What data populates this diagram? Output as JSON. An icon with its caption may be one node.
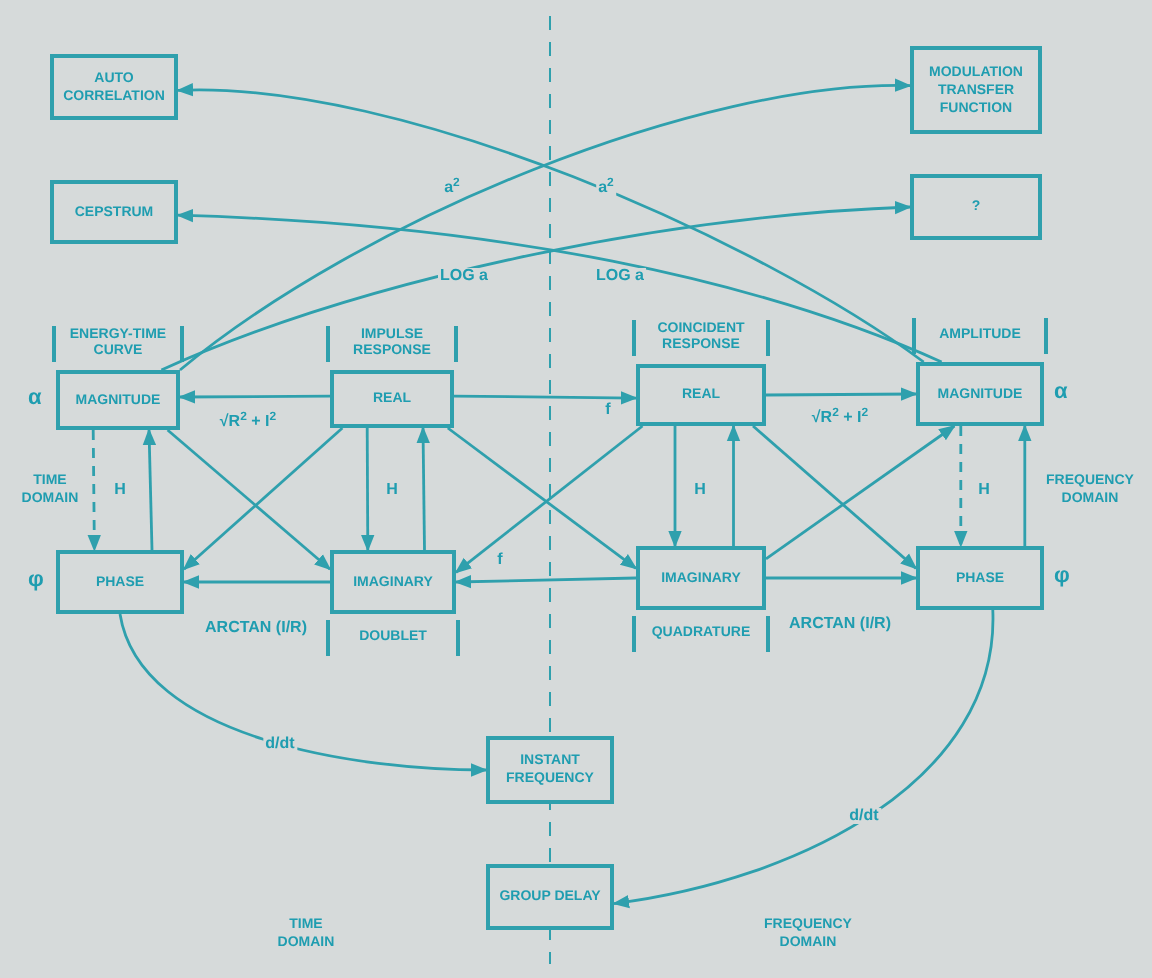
{
  "diagram": {
    "nodes": [
      {
        "text": [
          "AUTO CORRELATION"
        ]
      },
      {
        "text": [
          "MODULATION TRANSFER FUNCTION"
        ]
      },
      {
        "text": [
          "CEPSTRUM"
        ]
      },
      {
        "text": [
          "?"
        ]
      },
      {
        "text": [
          "ENERGY-TIME CURVE",
          "MAGNITUDE"
        ],
        "beside": [
          "α"
        ]
      },
      {
        "text": [
          "IMPULSE RESPONSE",
          "REAL"
        ]
      },
      {
        "text": [
          "COINCIDENT RESPONSE",
          "REAL"
        ]
      },
      {
        "text": [
          "AMPLITUDE",
          "MAGNITUDE"
        ],
        "beside": [
          "α"
        ]
      },
      {
        "text": [
          "PHASE"
        ],
        "beside": [
          "φ"
        ]
      },
      {
        "text": [
          "IMAGINARY",
          "DOUBLET"
        ]
      },
      {
        "text": [
          "IMAGINARY",
          "QUADRATURE"
        ]
      },
      {
        "text": [
          "PHASE"
        ],
        "beside": [
          "φ"
        ]
      },
      {
        "text": [
          "INSTANT FREQUENCY"
        ]
      },
      {
        "text": [
          "GROUP DELAY"
        ]
      }
    ],
    "edges": [
      {
        "from": 7,
        "to": 0,
        "arrow": "to",
        "label": "a$^{2}$"
      },
      {
        "from": 4,
        "to": 1,
        "arrow": "to",
        "label": "a$^{2}$"
      },
      {
        "from": 7,
        "to": 2,
        "arrow": "to",
        "label": "LOG a"
      },
      {
        "from": 4,
        "to": 3,
        "arrow": "to",
        "label": "LOG a"
      },
      {
        "from": 5,
        "to": 4,
        "arrow": "to",
        "label": "√R$^{2}$ + I$^{2}$"
      },
      {
        "from": 6,
        "to": 7,
        "arrow": "to",
        "label": "√R$^{2}$ + I$^{2}$"
      },
      {
        "from": 5,
        "to": 6,
        "arrow": "to",
        "label": "f"
      },
      {
        "from": 10,
        "to": 9,
        "arrow": "to",
        "label": "f"
      },
      {
        "from": 5,
        "to": 8,
        "arrow": "to"
      },
      {
        "from": 4,
        "to": 9,
        "arrow": "to"
      },
      {
        "from": 5,
        "to": 10,
        "arrow": "to"
      },
      {
        "from": 6,
        "to": 9,
        "arrow": "to"
      },
      {
        "from": 6,
        "to": 11,
        "arrow": "to"
      },
      {
        "from": 10,
        "to": 7,
        "arrow": "to"
      },
      {
        "from": 5,
        "to": 9,
        "arrow": "to",
        "label": "H"
      },
      {
        "from": 9,
        "to": 5,
        "arrow": "to"
      },
      {
        "from": 6,
        "to": 10,
        "arrow": "to",
        "label": "H"
      },
      {
        "from": 10,
        "to": 6,
        "arrow": "to"
      },
      {
        "from": 4,
        "to": 8,
        "arrow": "to",
        "style": "dashed",
        "label": "H"
      },
      {
        "from": 8,
        "to": 4,
        "arrow": "to"
      },
      {
        "from": 7,
        "to": 11,
        "arrow": "to",
        "style": "dashed",
        "label": "H"
      },
      {
        "from": 11,
        "to": 7,
        "arrow": "to"
      },
      {
        "from": 9,
        "to": 8,
        "arrow": "to",
        "label": "ARCTAN (I/R)"
      },
      {
        "from": 10,
        "to": 11,
        "arrow": "to",
        "label": "ARCTAN (I/R)"
      },
      {
        "from": 8,
        "to": 12,
        "arrow": "to",
        "label": "d/dt"
      },
      {
        "from": 11,
        "to": 13,
        "arrow": "to",
        "label": "d/dt"
      }
    ],
    "labels": [
      "TIME DOMAIN",
      "FREQUENCY DOMAIN",
      "TIME DOMAIN",
      "FREQUENCY DOMAIN"
    ]
  }
}
